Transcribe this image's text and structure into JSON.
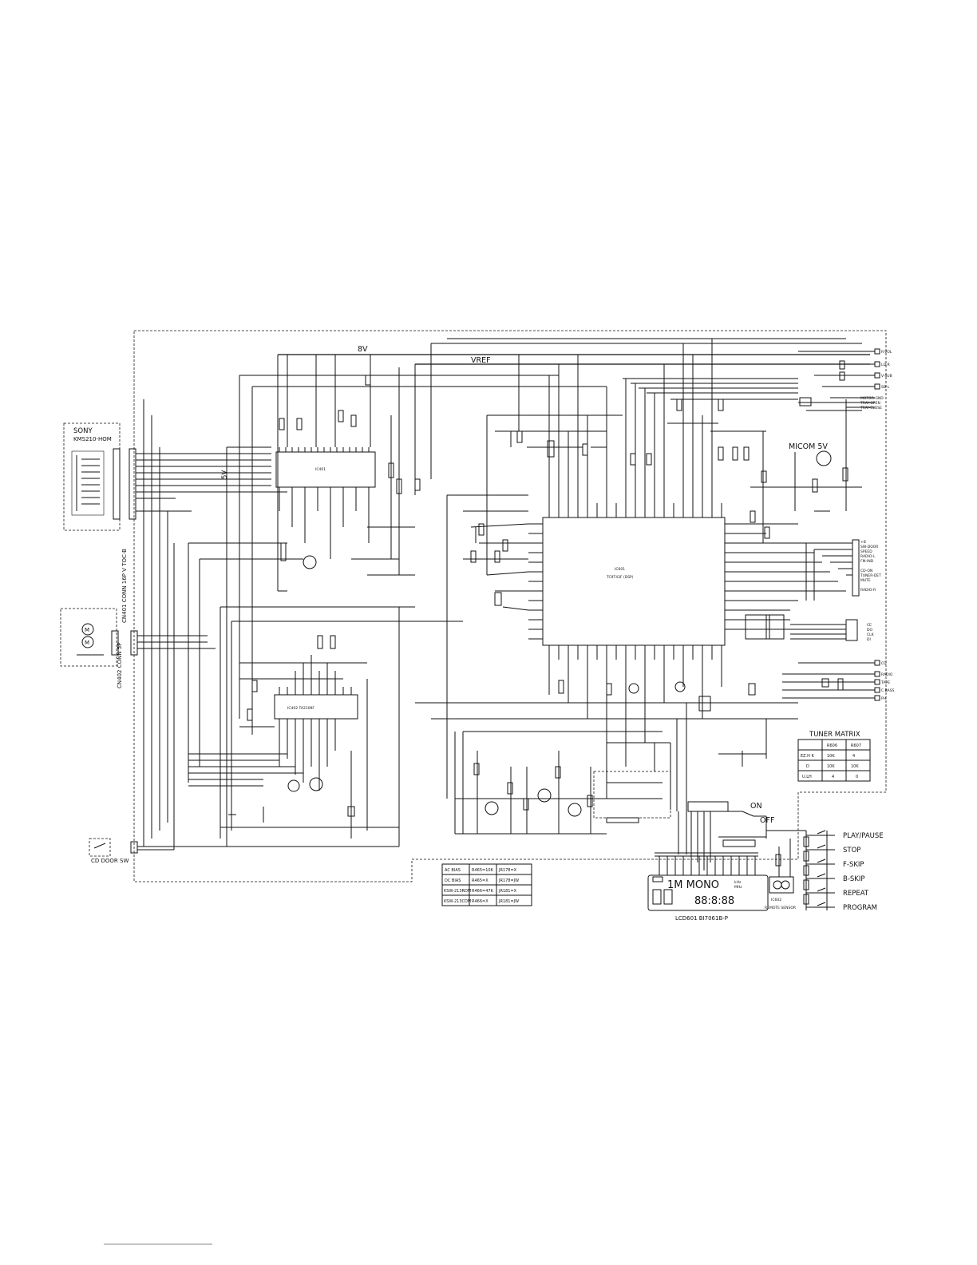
{
  "labels": {
    "rail_8v": "8V",
    "rail_vref": "VREF",
    "rail_5v": "5V",
    "micom_5v": "MICOM 5V",
    "sony_title": "SONY",
    "sony_part": "KMS210-HOM",
    "cn401_label": "CN401 CONN 16P V TOC-B",
    "cn402_label": "CN402 CONN 5P",
    "cd_door_sw": "CD DOOR SW",
    "ic401_name": "IC401",
    "ic402_name": "IC402 TA2109F",
    "ic601_name": "IC601",
    "ic601_part": "TC9T43F (DSP)",
    "tuner_matrix_title": "TUNER MATRIX",
    "on_label": "ON",
    "off_label": "OFF",
    "remote_sensor": "REMOTE SENSOR",
    "lcd_label": "LCD601 BI7061B-P",
    "ic602_label": "IC602"
  },
  "right_connectors": {
    "top": [
      "R-VOL",
      "LD-R",
      "V-SUB",
      "SB-L",
      "MOTOR-GND",
      "TRAY-OPEN",
      "TRAY-CLOSE"
    ],
    "mid": [
      "+B",
      "SW-DOOR",
      "SPEED",
      "RADIO-L",
      "FM-IND",
      "CD-ON",
      "TUNER-DET",
      "MUTE",
      "RADIO-R"
    ],
    "lower": [
      "CE",
      "DO",
      "CLK",
      "DI"
    ],
    "bottom": [
      "CD",
      "RADIO",
      "TAPE",
      "C.BASS",
      "PH"
    ]
  },
  "buttons": [
    "PLAY/PAUSE",
    "STOP",
    "F-SKIP",
    "B-SKIP",
    "REPEAT",
    "PROGRAM"
  ],
  "tuner_matrix": {
    "headers": [
      "",
      "R606",
      "R607"
    ],
    "rows": [
      [
        "EZ.H K",
        "10K",
        "4"
      ],
      [
        "D",
        "10K",
        "10K"
      ],
      [
        "U.LH",
        "4",
        "0"
      ]
    ]
  },
  "bias_table": {
    "rows": [
      [
        "AC BIAS",
        "R465=10K",
        "JR178=X"
      ],
      [
        "DC BIAS",
        "R465=X",
        "JR178=JW"
      ],
      [
        "KSW-213RDM",
        "R466=47K",
        "JR181=X"
      ],
      [
        "KSW-213CDM",
        "R466=X",
        "JR181=JW"
      ]
    ]
  },
  "display": {
    "indicators": "1M  MONO",
    "digits": "88:8:88",
    "unit_top": "kHz",
    "unit_bot": "MHz"
  }
}
